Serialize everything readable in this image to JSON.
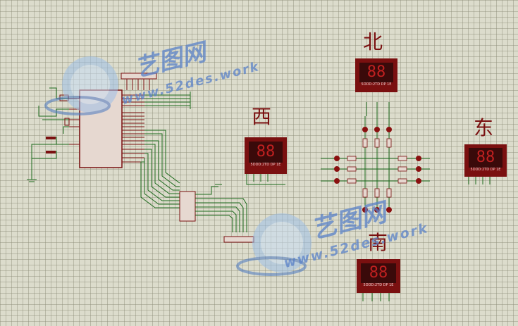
{
  "labels": {
    "north": "北",
    "west": "西",
    "east": "东",
    "south": "南"
  },
  "displays": {
    "digits": "88",
    "caption": "5DDD:2TD DP 1E"
  },
  "watermark": {
    "brand": "艺图网",
    "url": "www.52des.work"
  },
  "colors": {
    "grid_bg": "#dcdccc",
    "wire": "#1c6a1c",
    "body": "#7a1010",
    "display_bg": "#3a0a0a",
    "watermark": "#5a82c8"
  }
}
